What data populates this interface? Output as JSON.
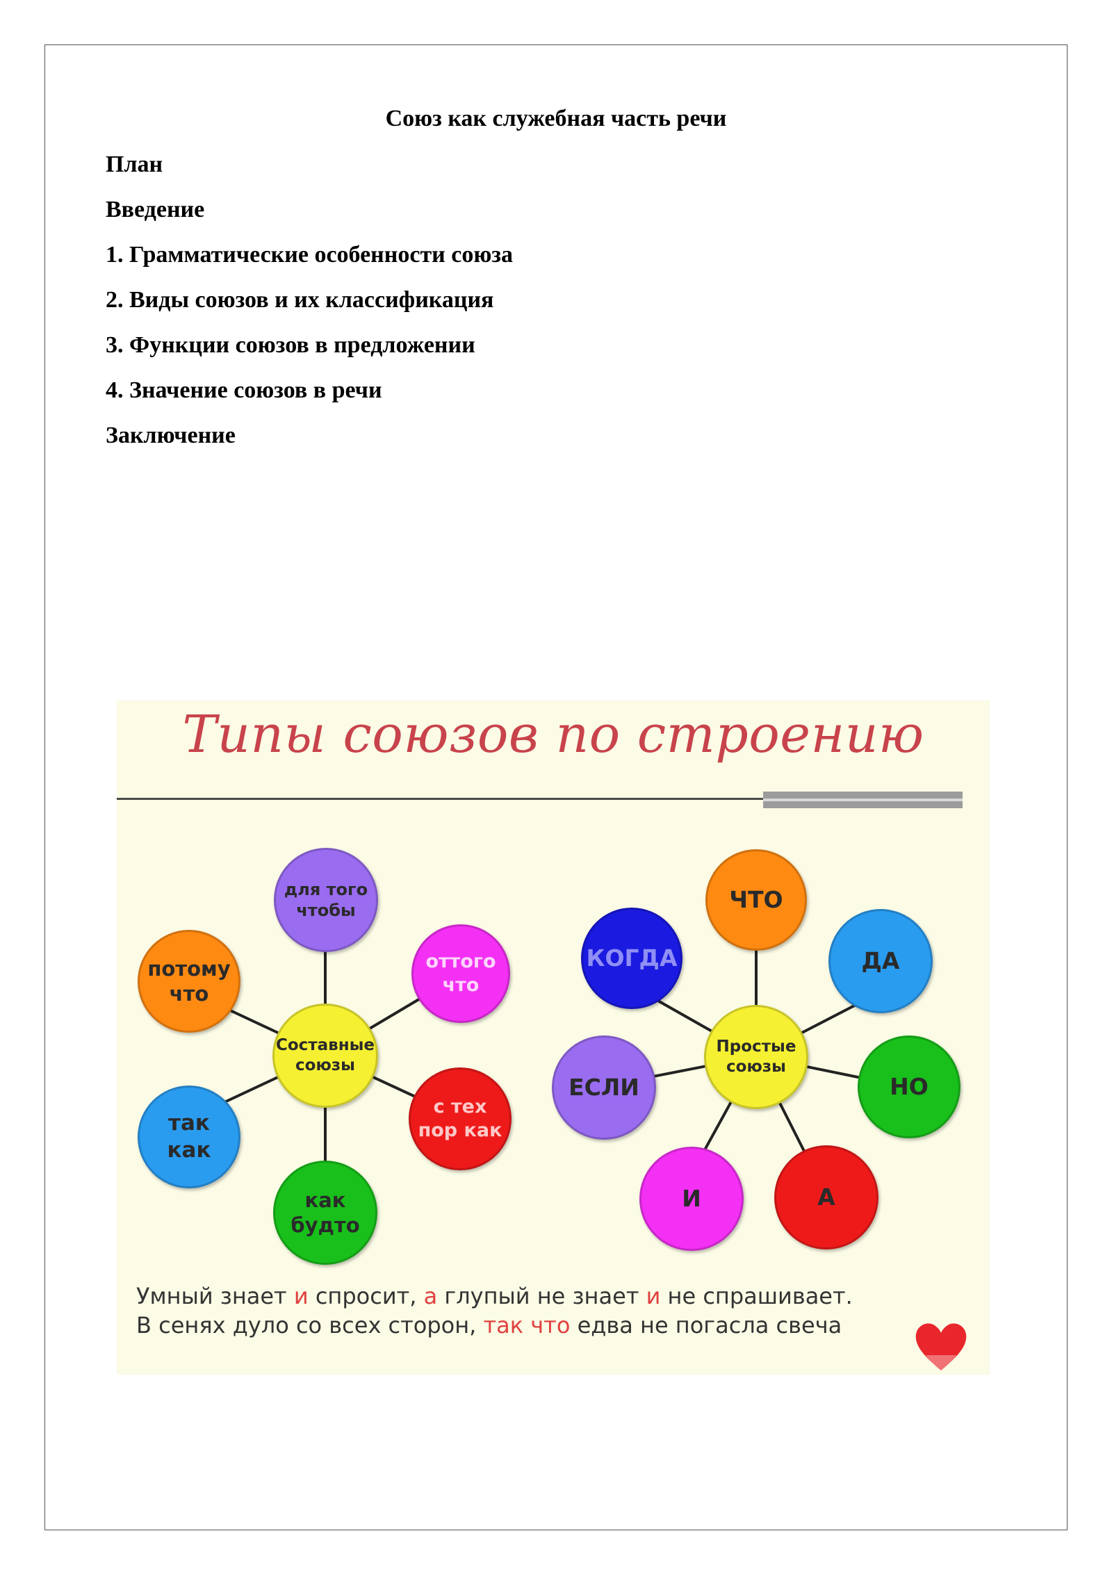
{
  "document": {
    "title": "Союз как служебная часть речи",
    "plan": [
      "План",
      "Введение",
      "1. Грамматические особенности союза",
      "2. Виды союзов и их классификация",
      "3. Функции союзов в предложении",
      "4. Значение союзов в речи",
      "Заключение"
    ]
  },
  "figure": {
    "title": "Типы союзов по строению",
    "compound": {
      "center": "Составные союзы",
      "items": [
        "для того чтобы",
        "оттого что",
        "с тех пор как",
        "как будто",
        "так как",
        "потому что"
      ]
    },
    "simple": {
      "center": "Простые союзы",
      "items": [
        "ЧТО",
        "ДА",
        "НО",
        "А",
        "И",
        "ЕСЛИ",
        "КОГДА"
      ]
    },
    "examples": [
      [
        "Умный знает ",
        "и",
        " спросит, ",
        "а",
        " глупый не знает ",
        "и",
        " не спрашивает."
      ],
      [
        "В сенях дуло со всех сторон, ",
        "так что",
        " едва не погасла свеча"
      ]
    ],
    "colors": {
      "center": "#f5f031",
      "purple": "#9a6cf0",
      "magenta": "#f430f4",
      "red": "#ee1a1a",
      "green": "#19c01b",
      "blue": "#2a9cf0",
      "orange": "#ff8a12",
      "navy": "#1a1ae0",
      "accent": "#c8434b"
    }
  }
}
